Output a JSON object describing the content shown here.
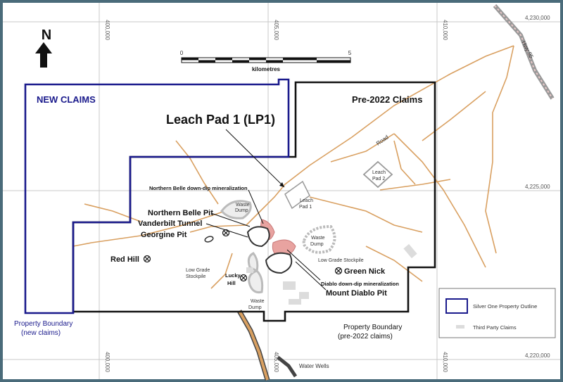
{
  "map": {
    "north_label": "N",
    "grid": {
      "eastings": [
        "400,000",
        "405,000",
        "410,000"
      ],
      "northings": [
        "4,230,000",
        "4,225,000",
        "4,220,000"
      ]
    },
    "scale_bar": {
      "start": "0",
      "end": "5",
      "unit": "kilometres"
    },
    "claims": {
      "new_claims": "NEW CLAIMS",
      "pre_2022": "Pre-2022 Claims"
    },
    "labels": {
      "leach_pad_1_title": "Leach Pad 1 (LP1)",
      "northern_belle_mineralization": "Northern Belle down-dip mineralization",
      "northern_belle_pit": "Northern Belle Pit",
      "vanderbilt_tunnel": "Vanderbilt Tunnel",
      "georgine_pit": "Georgine Pit",
      "red_hill": "Red Hill",
      "lucky_hill_1": "Lucky",
      "lucky_hill_2": "Hill",
      "low_grade_stockpile_w1": "Low Grade",
      "low_grade_stockpile_w2": "Stockpile",
      "low_grade_stockpile_e": "Low Grade Stockpile",
      "green_nick": "Green Nick",
      "diablo_mineralization": "Diablo down-dip mineralization",
      "mount_diablo_pit": "Mount Diablo Pit",
      "waste_dump_1": "Waste",
      "waste_dump_2": "Dump",
      "leach_pad_1a": "Leach",
      "leach_pad_1b": "Pad 1",
      "leach_pad_2a": "Leach",
      "leach_pad_2b": "Pad 2",
      "road": "Road",
      "hwy": "Hwy 95",
      "water_wells": "Water Wells",
      "property_boundary_new_1": "Property Boundary",
      "property_boundary_new_2": "(new claims)",
      "property_boundary_pre_1": "Property Boundary",
      "property_boundary_pre_2": "(pre-2022 claims)"
    },
    "legend": {
      "silver_one": "Silver One Property Outline",
      "third_party": "Third Party Claims"
    },
    "colors": {
      "frame": "#4a6b7a",
      "new_claims_outline": "#1a1a8c",
      "pre2022_outline": "#111111",
      "roads": "#d9a061",
      "mineralization": "#e8a3a0",
      "grid": "#cccccc"
    }
  }
}
